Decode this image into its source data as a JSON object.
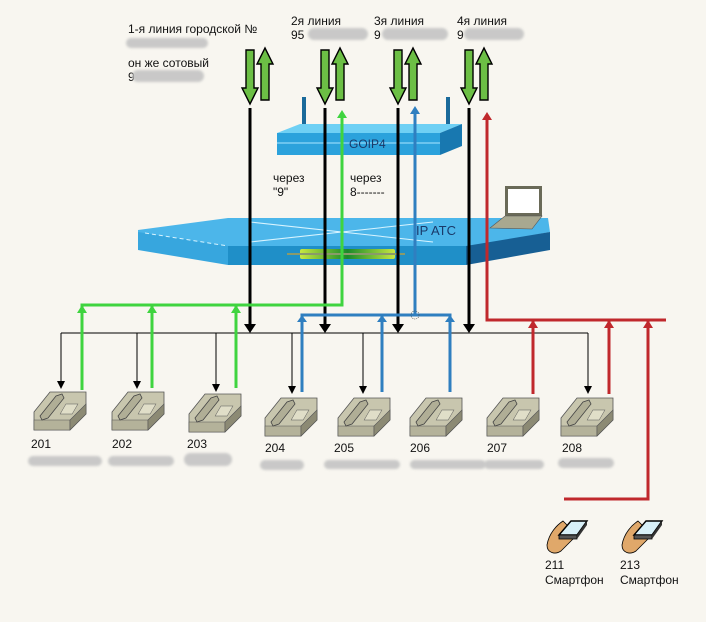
{
  "lines": [
    {
      "title": "1-я линия городской №",
      "subtitle": "он же сотовый",
      "number_prefix": "9",
      "number_hidden": true
    },
    {
      "title": "2я линия",
      "number_prefix": "95",
      "number_hidden": true
    },
    {
      "title": "3я линия",
      "number_prefix": "9",
      "number_hidden": true
    },
    {
      "title": "4я линия",
      "number_prefix": "9",
      "number_hidden": true
    }
  ],
  "devices": {
    "gateway": "GOIP4",
    "pbx": "IP ATC",
    "laptop": "laptop"
  },
  "annotations": {
    "via9_line1": "через",
    "via9_line2": "\"9\"",
    "via8_line1": "через",
    "via8_line2": "8-------"
  },
  "phones": [
    {
      "ext": "201"
    },
    {
      "ext": "202"
    },
    {
      "ext": "203"
    },
    {
      "ext": "204"
    },
    {
      "ext": "205"
    },
    {
      "ext": "206"
    },
    {
      "ext": "207"
    },
    {
      "ext": "208"
    }
  ],
  "smartphones": [
    {
      "ext": "211",
      "label": "Смартфон"
    },
    {
      "ext": "213",
      "label": "Смартфон"
    }
  ],
  "colors": {
    "green_route": "#3fd43f",
    "blue_route": "#2f7fc0",
    "red_route": "#c0282c",
    "trunk": "#000000",
    "device_blue": "#2aa0dc"
  }
}
